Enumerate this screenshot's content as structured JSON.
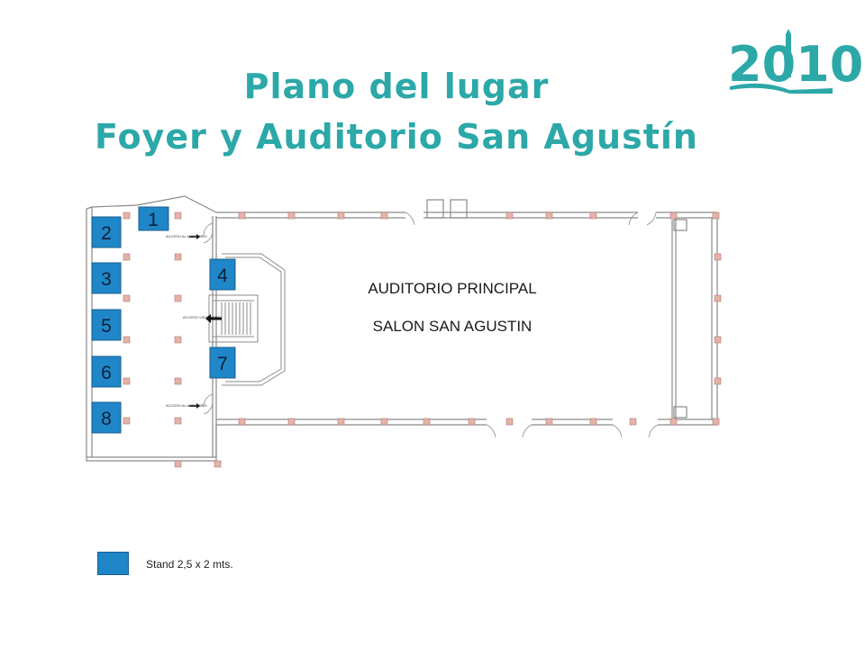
{
  "header": {
    "title_line1": "Plano del lugar",
    "title_line2": "Foyer y Auditorio San Agustín"
  },
  "logo": {
    "text": "2010",
    "icon": "bell-tower-icon"
  },
  "floor_plan": {
    "stands": [
      {
        "number": "1"
      },
      {
        "number": "2"
      },
      {
        "number": "3"
      },
      {
        "number": "4"
      },
      {
        "number": "5"
      },
      {
        "number": "6"
      },
      {
        "number": "7"
      },
      {
        "number": "8"
      }
    ],
    "hall_label_1": "AUDITORIO PRINCIPAL",
    "hall_label_2": "SALON SAN AGUSTIN",
    "access_top": "ACCESO AL AUDITORIO",
    "access_bottom": "ACCESO AL AUDITORIO",
    "access_main": "ACCESO VISITANTES"
  },
  "legend": {
    "label": "Stand 2,5 x 2 mts.",
    "swatch_color": "#1f86c8"
  },
  "colors": {
    "title": "#2ca8a8",
    "stand": "#1f86c8",
    "column": "#e4b3a8",
    "wall": "#8a8a8a"
  }
}
